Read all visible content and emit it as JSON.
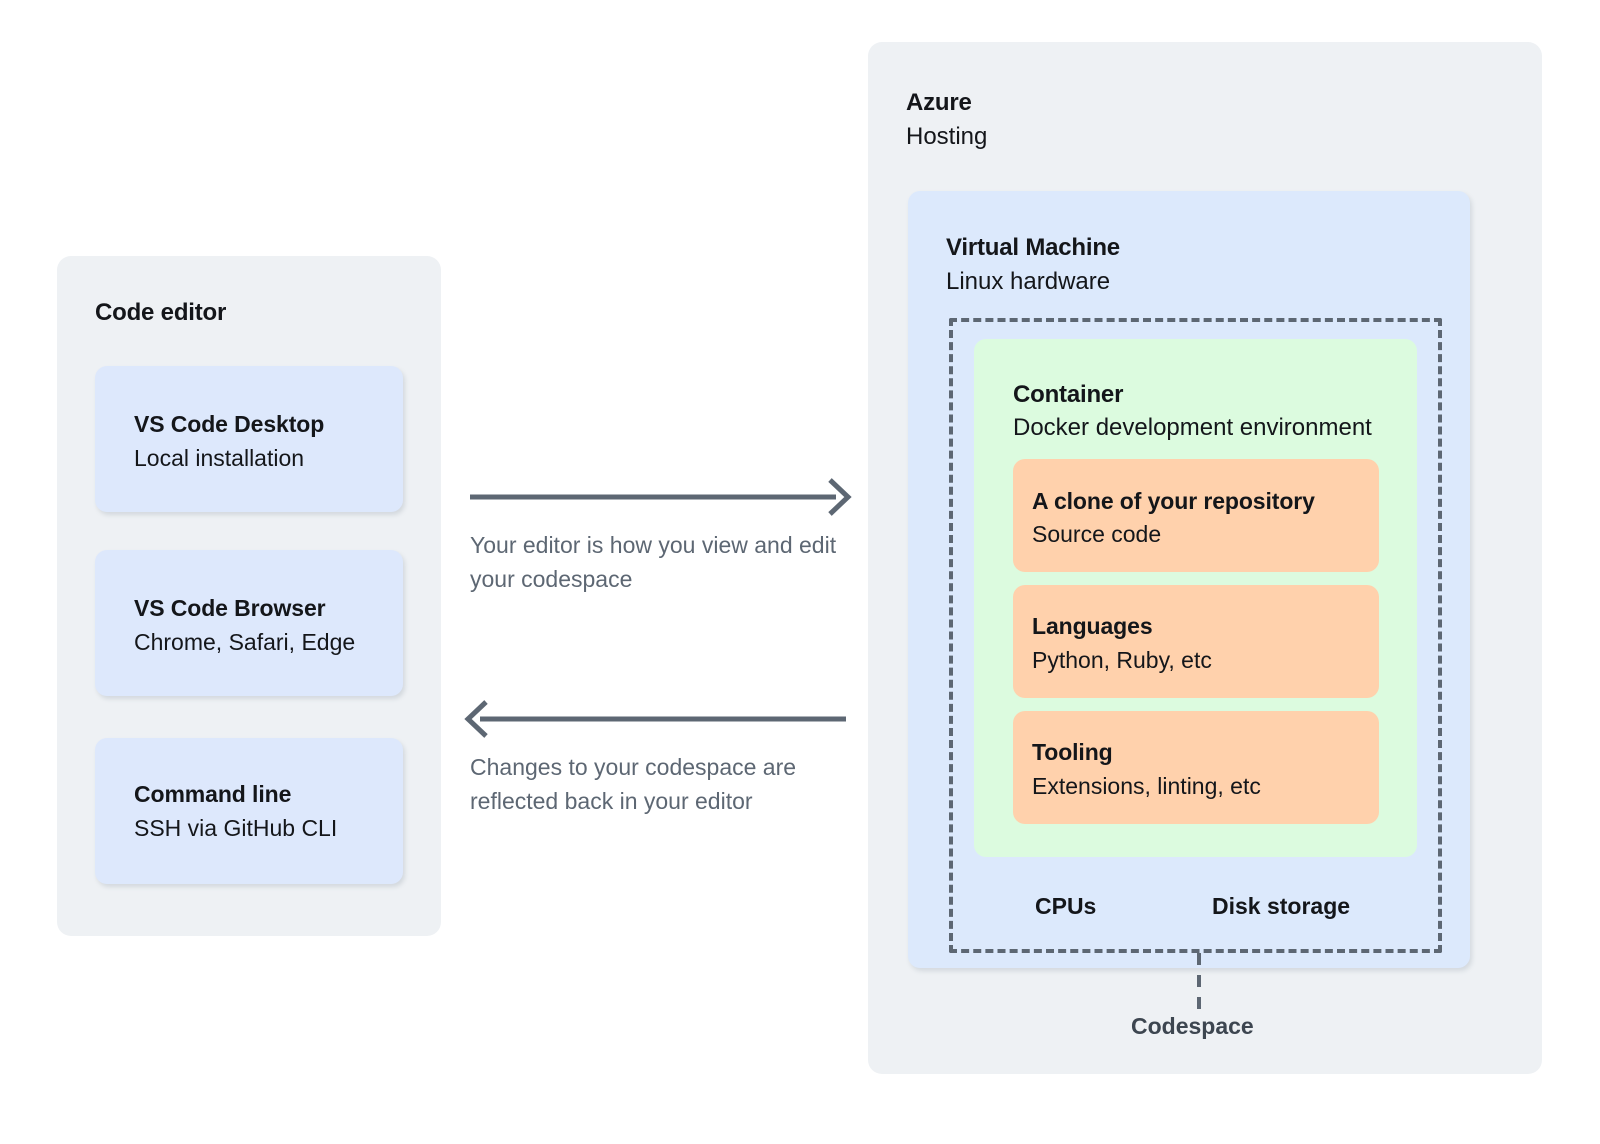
{
  "diagram": {
    "left_panel": {
      "title": "Code editor",
      "cards": [
        {
          "title": "VS Code Desktop",
          "subtitle": "Local installation"
        },
        {
          "title": "VS Code Browser",
          "subtitle": "Chrome, Safari, Edge"
        },
        {
          "title": "Command line",
          "subtitle": "SSH via GitHub CLI"
        }
      ]
    },
    "connectors": [
      {
        "direction": "right",
        "caption": "Your editor is how you view and edit your codespace"
      },
      {
        "direction": "left",
        "caption": "Changes to your codespace are reflected back in your editor"
      }
    ],
    "right_panel": {
      "title": "Azure",
      "subtitle": "Hosting",
      "virtual_machine": {
        "title": "Virtual Machine",
        "subtitle": "Linux hardware",
        "container": {
          "title": "Container",
          "subtitle": "Docker development environment",
          "items": [
            {
              "title": "A clone of your repository",
              "subtitle": "Source code"
            },
            {
              "title": "Languages",
              "subtitle": "Python, Ruby, etc"
            },
            {
              "title": "Tooling",
              "subtitle": "Extensions, linting, etc"
            }
          ]
        },
        "hardware": [
          "CPUs",
          "Disk storage"
        ]
      },
      "codespace_label": "Codespace"
    },
    "colors": {
      "panel_gray": "#eef1f4",
      "card_blue": "#dde8fc",
      "card_green": "#dcfbdf",
      "card_orange": "#ffd1ac",
      "stroke_gray": "#5d6773",
      "text_dark": "#14161a"
    }
  }
}
